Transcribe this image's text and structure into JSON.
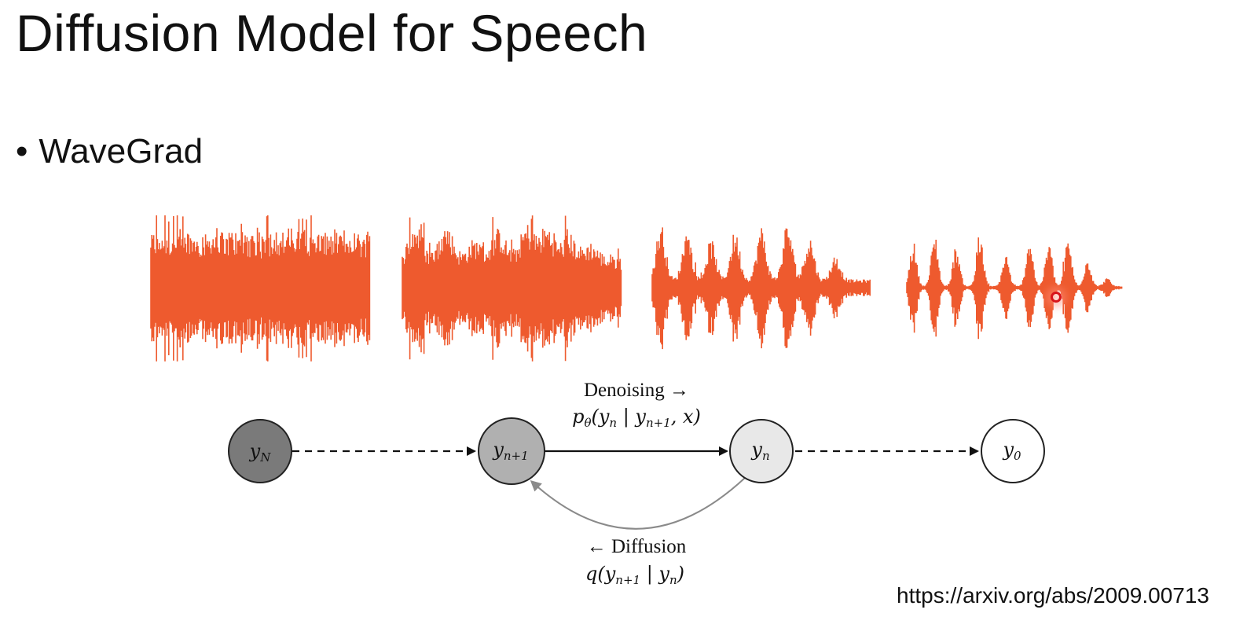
{
  "slide": {
    "title": "Diffusion Model for Speech",
    "bullet": "WaveGrad",
    "source_url": "https://arxiv.org/abs/2009.00713"
  },
  "colors": {
    "waveform": "#ee5a2e",
    "node_yN": "#7a7a7a",
    "node_yn1": "#b0b0b0",
    "node_yn": "#e8e8e8",
    "node_y0": "#ffffff",
    "diffusion_arrow": "#8a8a8a",
    "cursor": "#d8141a"
  },
  "diagram": {
    "nodes": [
      {
        "id": "yN",
        "base": "y",
        "sub": "N"
      },
      {
        "id": "yn1",
        "base": "y",
        "sub": "n+1"
      },
      {
        "id": "yn",
        "base": "y",
        "sub": "n"
      },
      {
        "id": "y0",
        "base": "y",
        "sub": "0"
      }
    ],
    "denoising": {
      "label": "Denoising →",
      "formula_p": "p",
      "formula_theta": "θ",
      "formula_open": "(",
      "formula_y1": "y",
      "formula_y1_sub": "n",
      "formula_bar": " | ",
      "formula_y2": "y",
      "formula_y2_sub": "n+1",
      "formula_tail": ", x)"
    },
    "diffusion": {
      "label": "← Diffusion",
      "formula_q": "q",
      "formula_open": "(",
      "formula_y1": "y",
      "formula_y1_sub": "n+1",
      "formula_bar": " | ",
      "formula_y2": "y",
      "formula_y2_sub": "n",
      "formula_close": ")"
    }
  },
  "waveforms": [
    {
      "name": "pure-noise",
      "stage": "noise"
    },
    {
      "name": "partial-noise",
      "stage": "mid1"
    },
    {
      "name": "mostly-clean",
      "stage": "mid2"
    },
    {
      "name": "clean-speech",
      "stage": "clean"
    }
  ]
}
